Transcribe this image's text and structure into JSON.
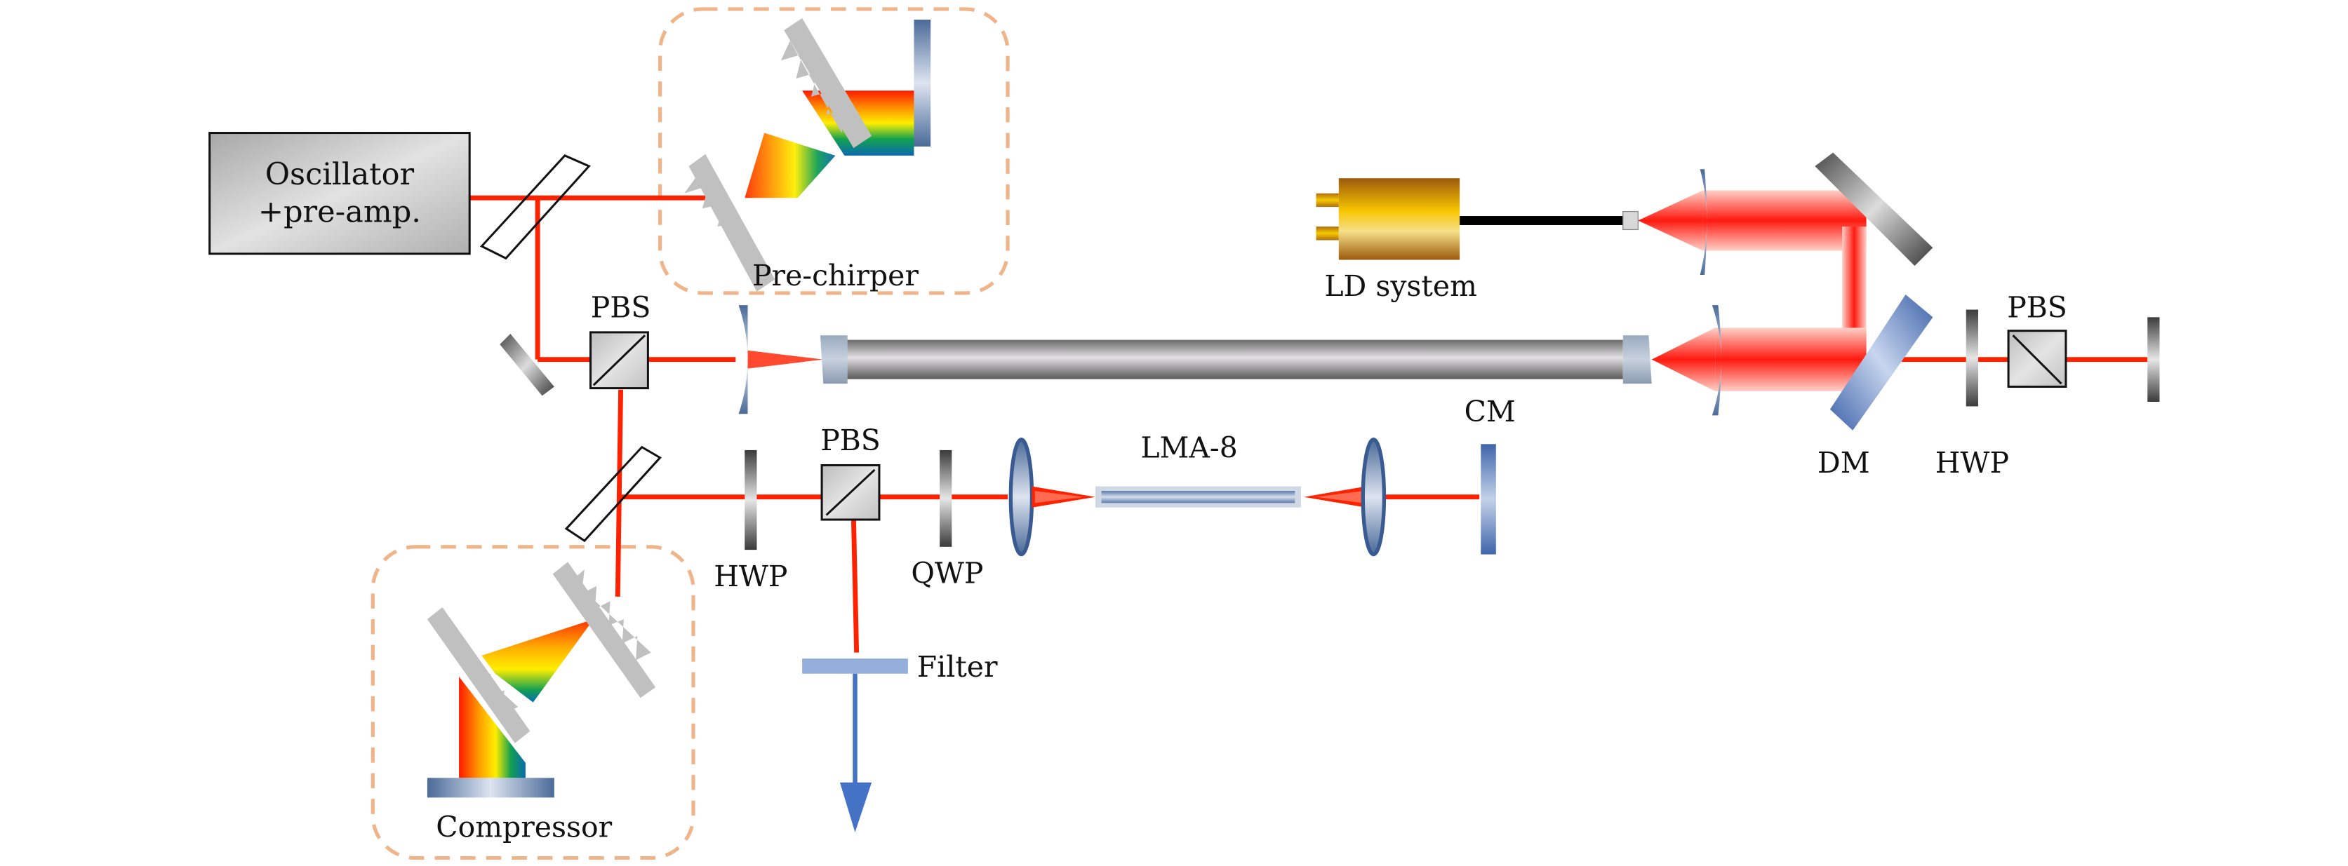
{
  "diagram": {
    "title": "Fiber amplifier and pulse compression setup",
    "labels": {
      "oscillator_line1": "Oscillator",
      "oscillator_line2": "+pre-amp.",
      "pre_chirper": "Pre-chirper",
      "ld_system": "LD system",
      "pbs_top": "PBS",
      "pbs_bottom": "PBS",
      "pbs_right": "PBS",
      "dm": "DM",
      "hwp_right": "HWP",
      "hwp_bottom": "HWP",
      "qwp": "QWP",
      "lma8": "LMA-8",
      "cm": "CM",
      "filter": "Filter",
      "compressor": "Compressor"
    },
    "colors": {
      "beam": "#ff2200",
      "dashed_box": "#f0b48a",
      "filter": "#95afdc",
      "output_arrow": "#4472c4",
      "lens_edge": "#3a5a92",
      "ld_gold": "#f5c400",
      "ld_brown": "#9c5a0c"
    }
  }
}
